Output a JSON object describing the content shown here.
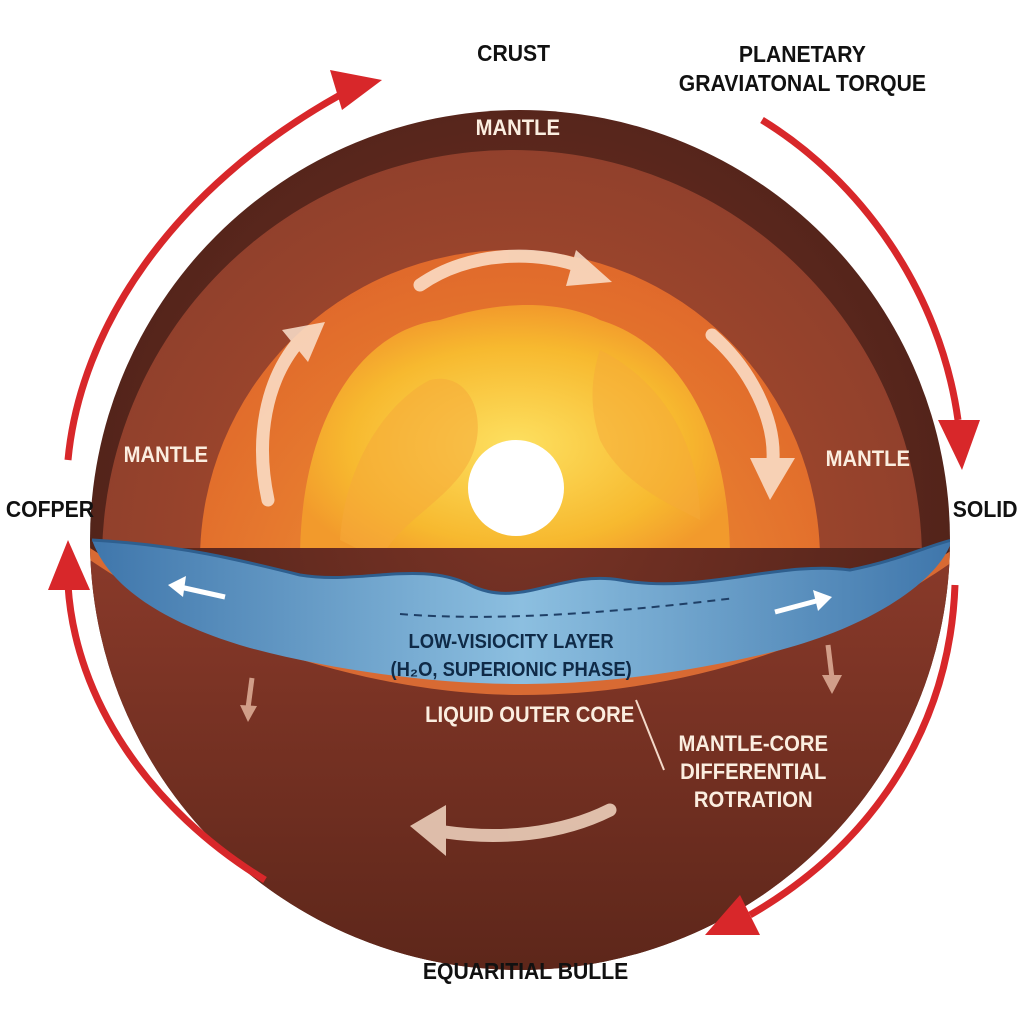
{
  "labels": {
    "crust": "CRUST",
    "planetary_line1": "PLANETARY",
    "planetary_line2": "GRAVIATONAL TORQUE",
    "mantle_top": "MANTLE",
    "mantle_left": "MANTLE",
    "mantle_right": "MANTLE",
    "left_outer": "COFPER",
    "right_outer": "SOLID",
    "low_visc_line1": "LOW-VISIOCITY LAYER",
    "low_visc_line2": "(H₂O, SUPERIONIC PHASE)",
    "liquid_core": "LIQUID OUTER CORE",
    "differential_line1": "MANTLE-CORE",
    "differential_line2": "DIFFERENTIAL",
    "differential_line3": "ROTRATION",
    "bottom": "EQUARITIAL BULLE"
  },
  "colors": {
    "outer_crust": "#5e2a1f",
    "mantle": "#9a4530",
    "inner_mantle": "#e8782f",
    "core_yellow": "#f7c23a",
    "inner_core": "#ffffff",
    "water_layer": "#4f87b8",
    "arrow_red": "#d8272a",
    "flow_arrow": "#fbe2cd"
  }
}
